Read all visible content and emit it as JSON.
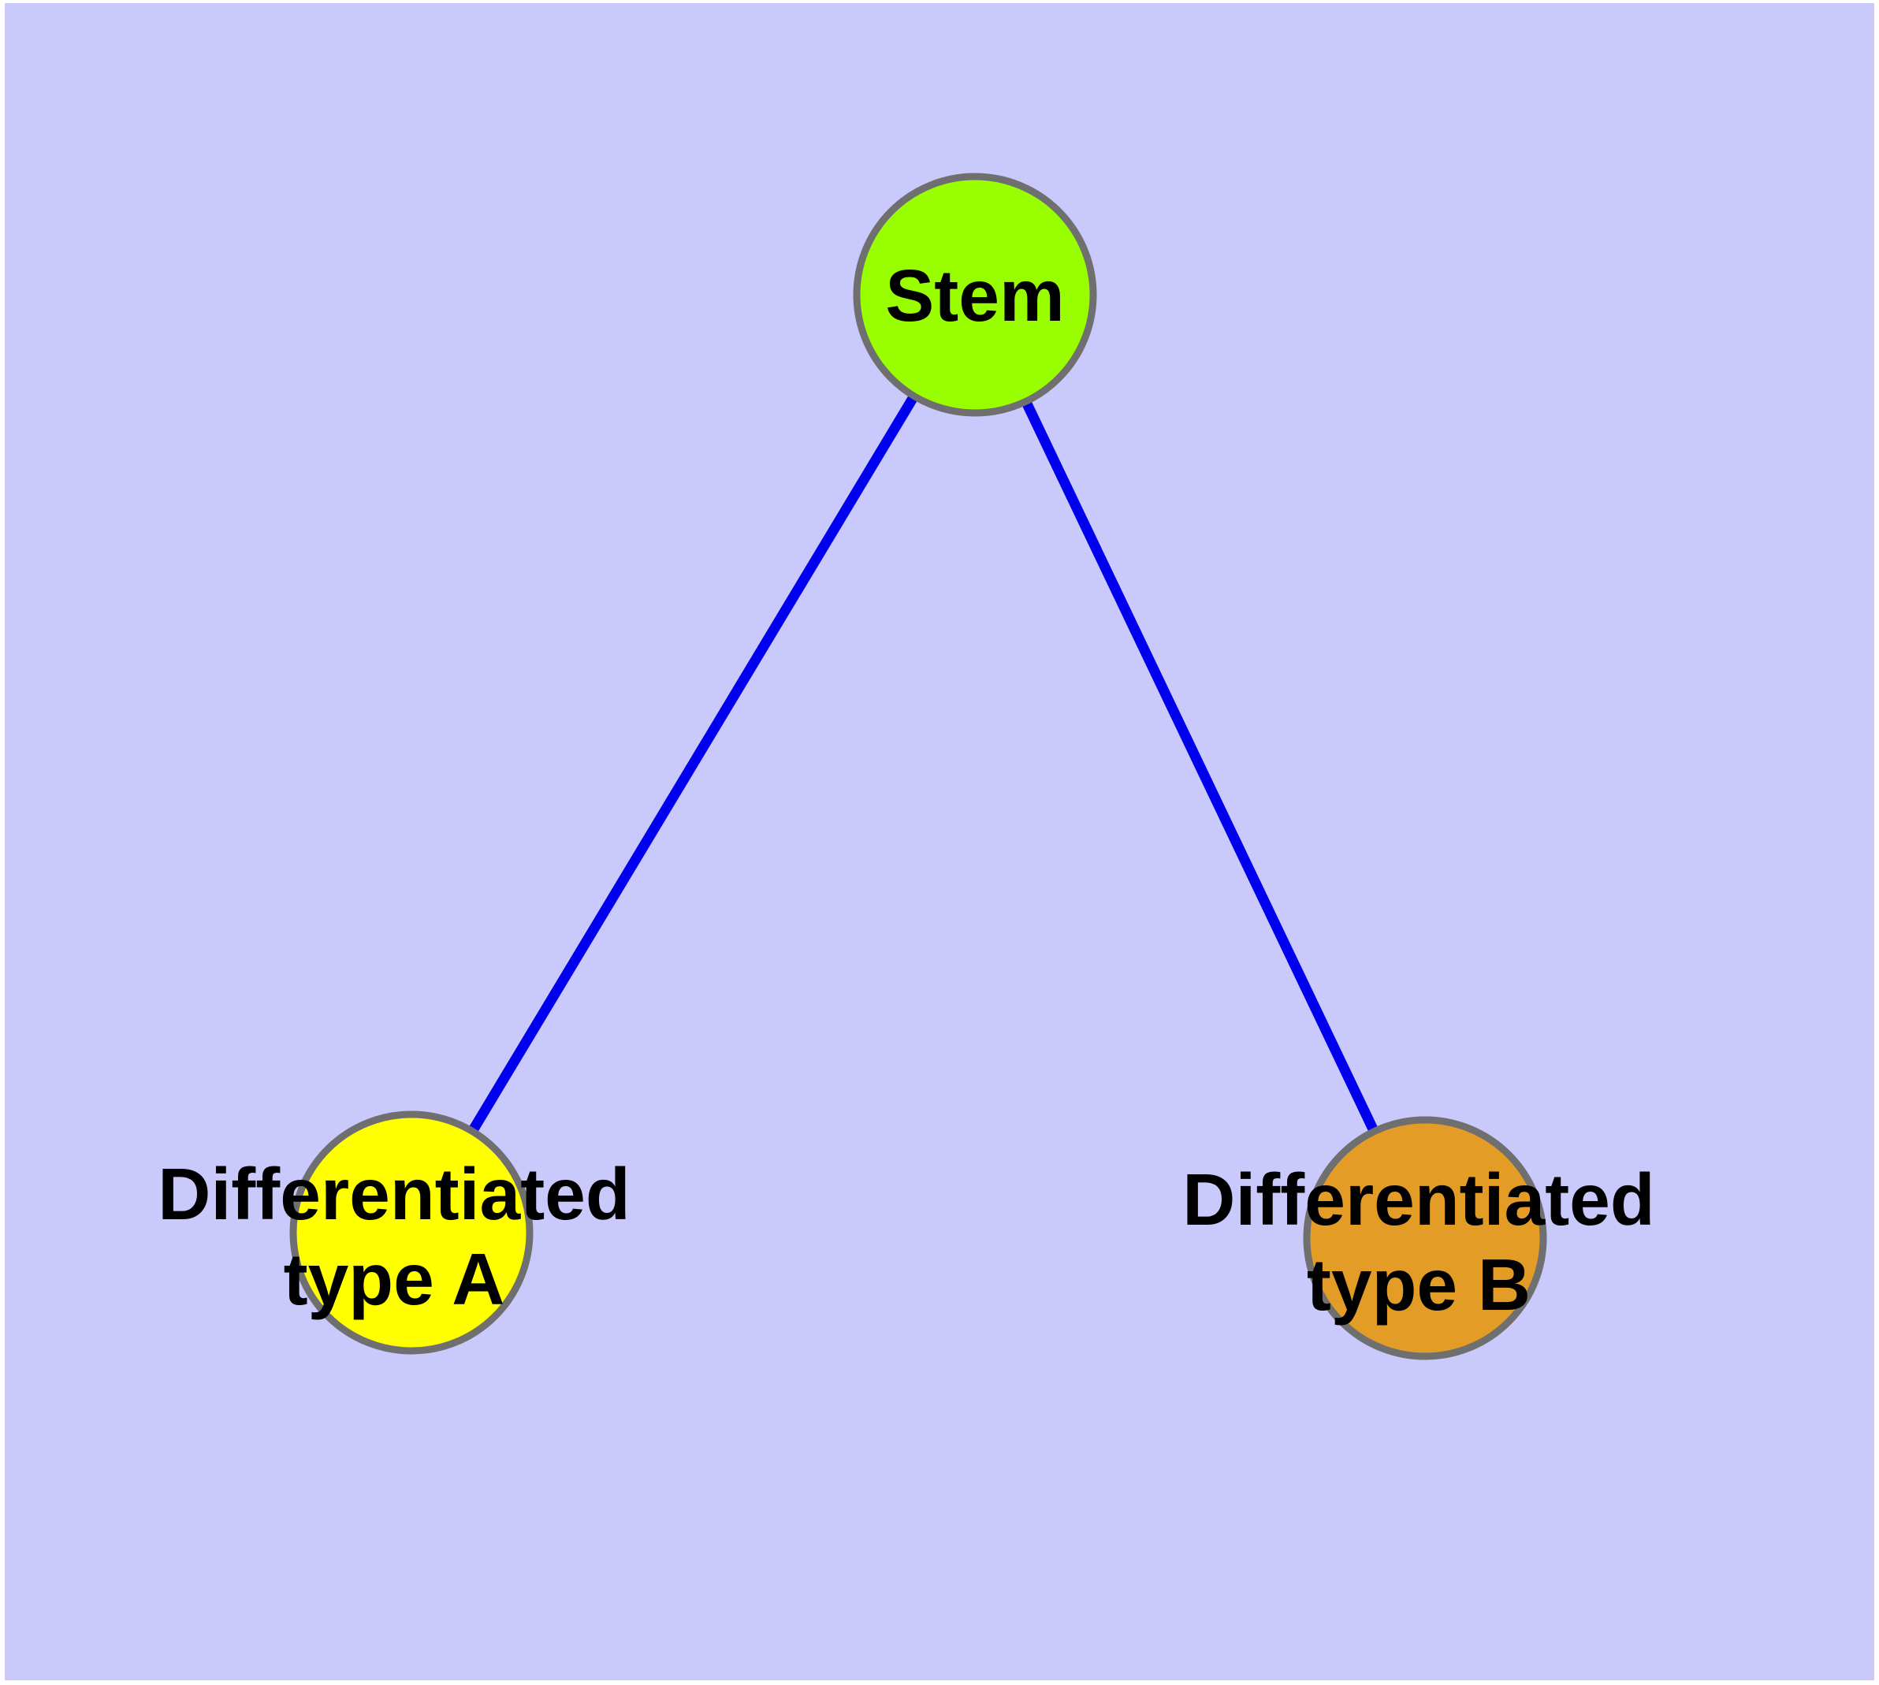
{
  "diagram": {
    "type": "graph",
    "background_color": "#C9C9FB",
    "node_border_color": "#6F6F6F",
    "edge_color": "#0000EE",
    "text_color": "#000000",
    "nodes": [
      {
        "id": "stem",
        "label": "Stem",
        "color": "#99FF00"
      },
      {
        "id": "differentiated-type-a",
        "label": "Differentiated type A",
        "label_line1": "Differentiated",
        "label_line2": "type A",
        "color": "#FFFF00"
      },
      {
        "id": "differentiated-type-b",
        "label": "Differentiated type B",
        "label_line1": "Differentiated",
        "label_line2": "type B",
        "color": "#E39C26"
      }
    ],
    "edges": [
      {
        "from": "stem",
        "to": "differentiated-type-a"
      },
      {
        "from": "stem",
        "to": "differentiated-type-b"
      }
    ]
  }
}
